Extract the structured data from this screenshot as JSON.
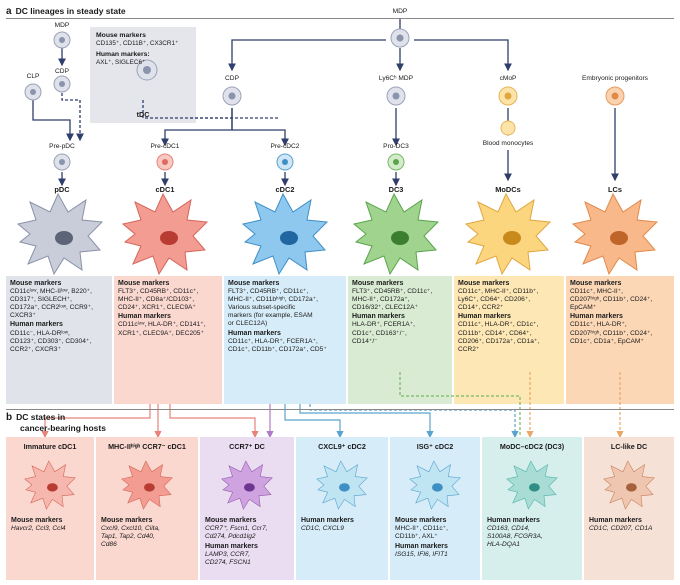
{
  "colors": {
    "grey": "#e1e3ea",
    "red": "#fad7cf",
    "blue": "#d6ecf8",
    "green": "#d9ecd3",
    "yellow": "#fde7b5",
    "orange": "#fbd7b6",
    "purple": "#eadcf1",
    "teal": "#d6efed",
    "brown": "#f6e1d6",
    "navy": "#2f3e6b"
  },
  "section_a": {
    "letter": "a",
    "title": "DC lineages in steady state"
  },
  "section_b": {
    "letter": "b",
    "title_line1": "DC states in",
    "title_line2": "cancer-bearing hosts"
  },
  "tdc_box": {
    "mouse_title": "Mouse markers",
    "mouse_markers": "CD135⁺, CD11B⁺, CX3CR1⁺",
    "human_title": "Human markers:",
    "human_markers": "AXL⁺, SIGLEC6⁺",
    "name": "tDC"
  },
  "progenitors": {
    "mdp_left": "MDP",
    "cdp_left": "CDP",
    "clp": "CLP",
    "mdp_top": "MDP",
    "cdp_mid": "CDP",
    "ly6c_mdp": "Ly6Cʰ MDP",
    "cmop": "cMoP",
    "embryonic": "Embryonic progenitors",
    "pre_pdc": "Pre-pDC",
    "pre_cdc1": "Pre-cDC1",
    "pre_cdc2": "Pre-cDC2",
    "pro_dc3": "Pro-DC3",
    "blood_monocytes": "Blood monocytes"
  },
  "lineages": [
    {
      "name": "pDC",
      "mouse_title": "Mouse markers",
      "mouse": [
        "CD11cˡᵒʷ, MHC-IIˡᵒʷ, B220⁺,",
        "CD317⁺, SIGLECH⁺,",
        "CD172a⁺, CCR2ˡᵒʷ, CCR9⁺,",
        "CXCR3⁺"
      ],
      "human_title": "Human markers",
      "human": [
        "CD11c⁻, HLA-DRˡᵒʷ,",
        "CD123⁺, CD303⁺, CD304⁺,",
        "CCR2⁺, CXCR3⁺"
      ]
    },
    {
      "name": "cDC1",
      "mouse_title": "Mouse markers",
      "mouse": [
        "FLT3⁺, CD45RB⁺, CD11c⁺,",
        "MHC-II⁺, CD8a⁺/CD103⁺,",
        "CD24⁺, XCR1⁺, CLEC9A⁺"
      ],
      "human_title": "Human markers",
      "human": [
        "CD11cˡᵒʷ, HLA-DR⁺, CD141⁺,",
        "XCR1⁺, CLEC9A⁺, DEC205⁺"
      ]
    },
    {
      "name": "cDC2",
      "mouse_title": "Mouse markers",
      "mouse": [
        "FLT3⁺, CD45RB⁺, CD11c⁺,",
        "MHC-II⁺, CD11bʰⁱᵍʰ, CD172a⁺,",
        "Various subset-specific",
        "markers (for example, ESAM",
        "or CLEC12A)"
      ],
      "human_title": "Human markers",
      "human": [
        "CD11c⁺, HLA-DR⁺, FCER1A⁺,",
        "CD1c⁺, CD11b⁺, CD172a⁺, CD5⁺"
      ]
    },
    {
      "name": "DC3",
      "mouse_title": "Mouse markers",
      "mouse": [
        "FLT3⁺, CD45RB⁺, CD11c⁺,",
        "MHC-II⁺, CD172a⁺,",
        "CD16/32⁺, CLEC12A⁺"
      ],
      "human_title": "Human markers",
      "human": [
        "HLA-DR⁺, FCER1A⁺,",
        "CD1c⁺, CD163⁺/⁻,",
        "CD14⁺/⁻"
      ]
    },
    {
      "name": "MoDCs",
      "mouse_title": "Mouse markers",
      "mouse": [
        "CD11c⁺, MHC-II⁺, CD11b⁺,",
        "Ly6C⁺, CD64⁺, CD206⁺,",
        "CD14⁺, CCR2⁺"
      ],
      "human_title": "Human markers",
      "human": [
        "CD11c⁺, HLA-DR⁺, CD1c⁺,",
        "CD11b⁺, CD14⁺, CD64⁺,",
        "CD206⁺, CD172a⁺, CD1a⁺,",
        "CCR2⁺"
      ]
    },
    {
      "name": "LCs",
      "mouse_title": "Mouse markers",
      "mouse": [
        "CD11c⁺, MHC-II⁺,",
        "CD207ʰⁱᵍʰ, CD11b⁺, CD24⁺,",
        "EpCAM⁺"
      ],
      "human_title": "Human markers",
      "human": [
        "CD11c⁺, HLA-DR⁺,",
        "CD207ʰⁱᵍʰ, CD11b⁺, CD24⁺,",
        "CD1c⁺, CD1a⁺, EpCAM⁺"
      ]
    }
  ],
  "states": [
    {
      "title": "Immature cDC1",
      "lines": [
        {
          "t": "Mouse markers"
        },
        {
          "v": "Havcr2, Ccl3, Ccl4"
        }
      ]
    },
    {
      "title": "MHC-IIʰⁱᵍʰ CCR7⁻ cDC1",
      "lines": [
        {
          "t": "Mouse markers"
        },
        {
          "v": "Cxcl9, Cxcl10, Ciita,"
        },
        {
          "v": "Tap1, Tap2, Cd40,"
        },
        {
          "v": "Cd86"
        }
      ]
    },
    {
      "title": "CCR7⁺ DC",
      "lines": [
        {
          "t": "Mouse markers"
        },
        {
          "v": "CCR7⁺, Fscn1, Ccr7,"
        },
        {
          "v": "Cd274, Pdcd1lg2"
        },
        {
          "t": "Human markers"
        },
        {
          "v": "LAMP3, CCR7,"
        },
        {
          "v": "CD274, FSCN1"
        }
      ]
    },
    {
      "title": "CXCL9⁺ cDC2",
      "lines": [
        {
          "t": "Human markers"
        },
        {
          "v": "CD1C, CXCL9"
        }
      ]
    },
    {
      "title": "ISG⁺ cDC2",
      "lines": [
        {
          "t": "Mouse markers"
        },
        {
          "n": "MHC-II⁺, CD11c⁺,"
        },
        {
          "n": "CD11b⁺, AXL⁺"
        },
        {
          "t": "Human markers"
        },
        {
          "v": "ISG15, IFI6, IFIT1"
        }
      ]
    },
    {
      "title": "MoDC–cDC2 (DC3)",
      "lines": [
        {
          "t": "Human markers"
        },
        {
          "v": "CD163, CD14,"
        },
        {
          "v": "S100A8, FCGR3A,"
        },
        {
          "v": "HLA-DQA1"
        }
      ]
    },
    {
      "title": "LC-like DC",
      "lines": [
        {
          "t": "Human markers"
        },
        {
          "v": "CD1C, CD207, CD1A"
        }
      ]
    }
  ]
}
